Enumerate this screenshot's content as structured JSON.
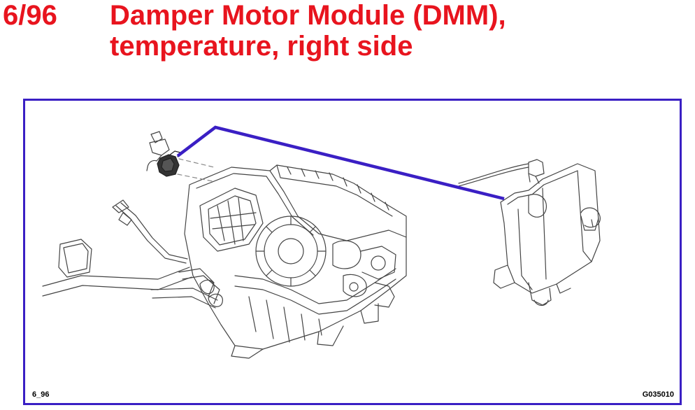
{
  "header": {
    "section_number": "6/96",
    "title_line1": "Damper Motor Module (DMM),",
    "title_line2": "temperature, right side"
  },
  "figure": {
    "left_label": "6_96",
    "right_label": "G035010",
    "frame_color": "#3a1fc4",
    "title_color": "#e8141e"
  }
}
